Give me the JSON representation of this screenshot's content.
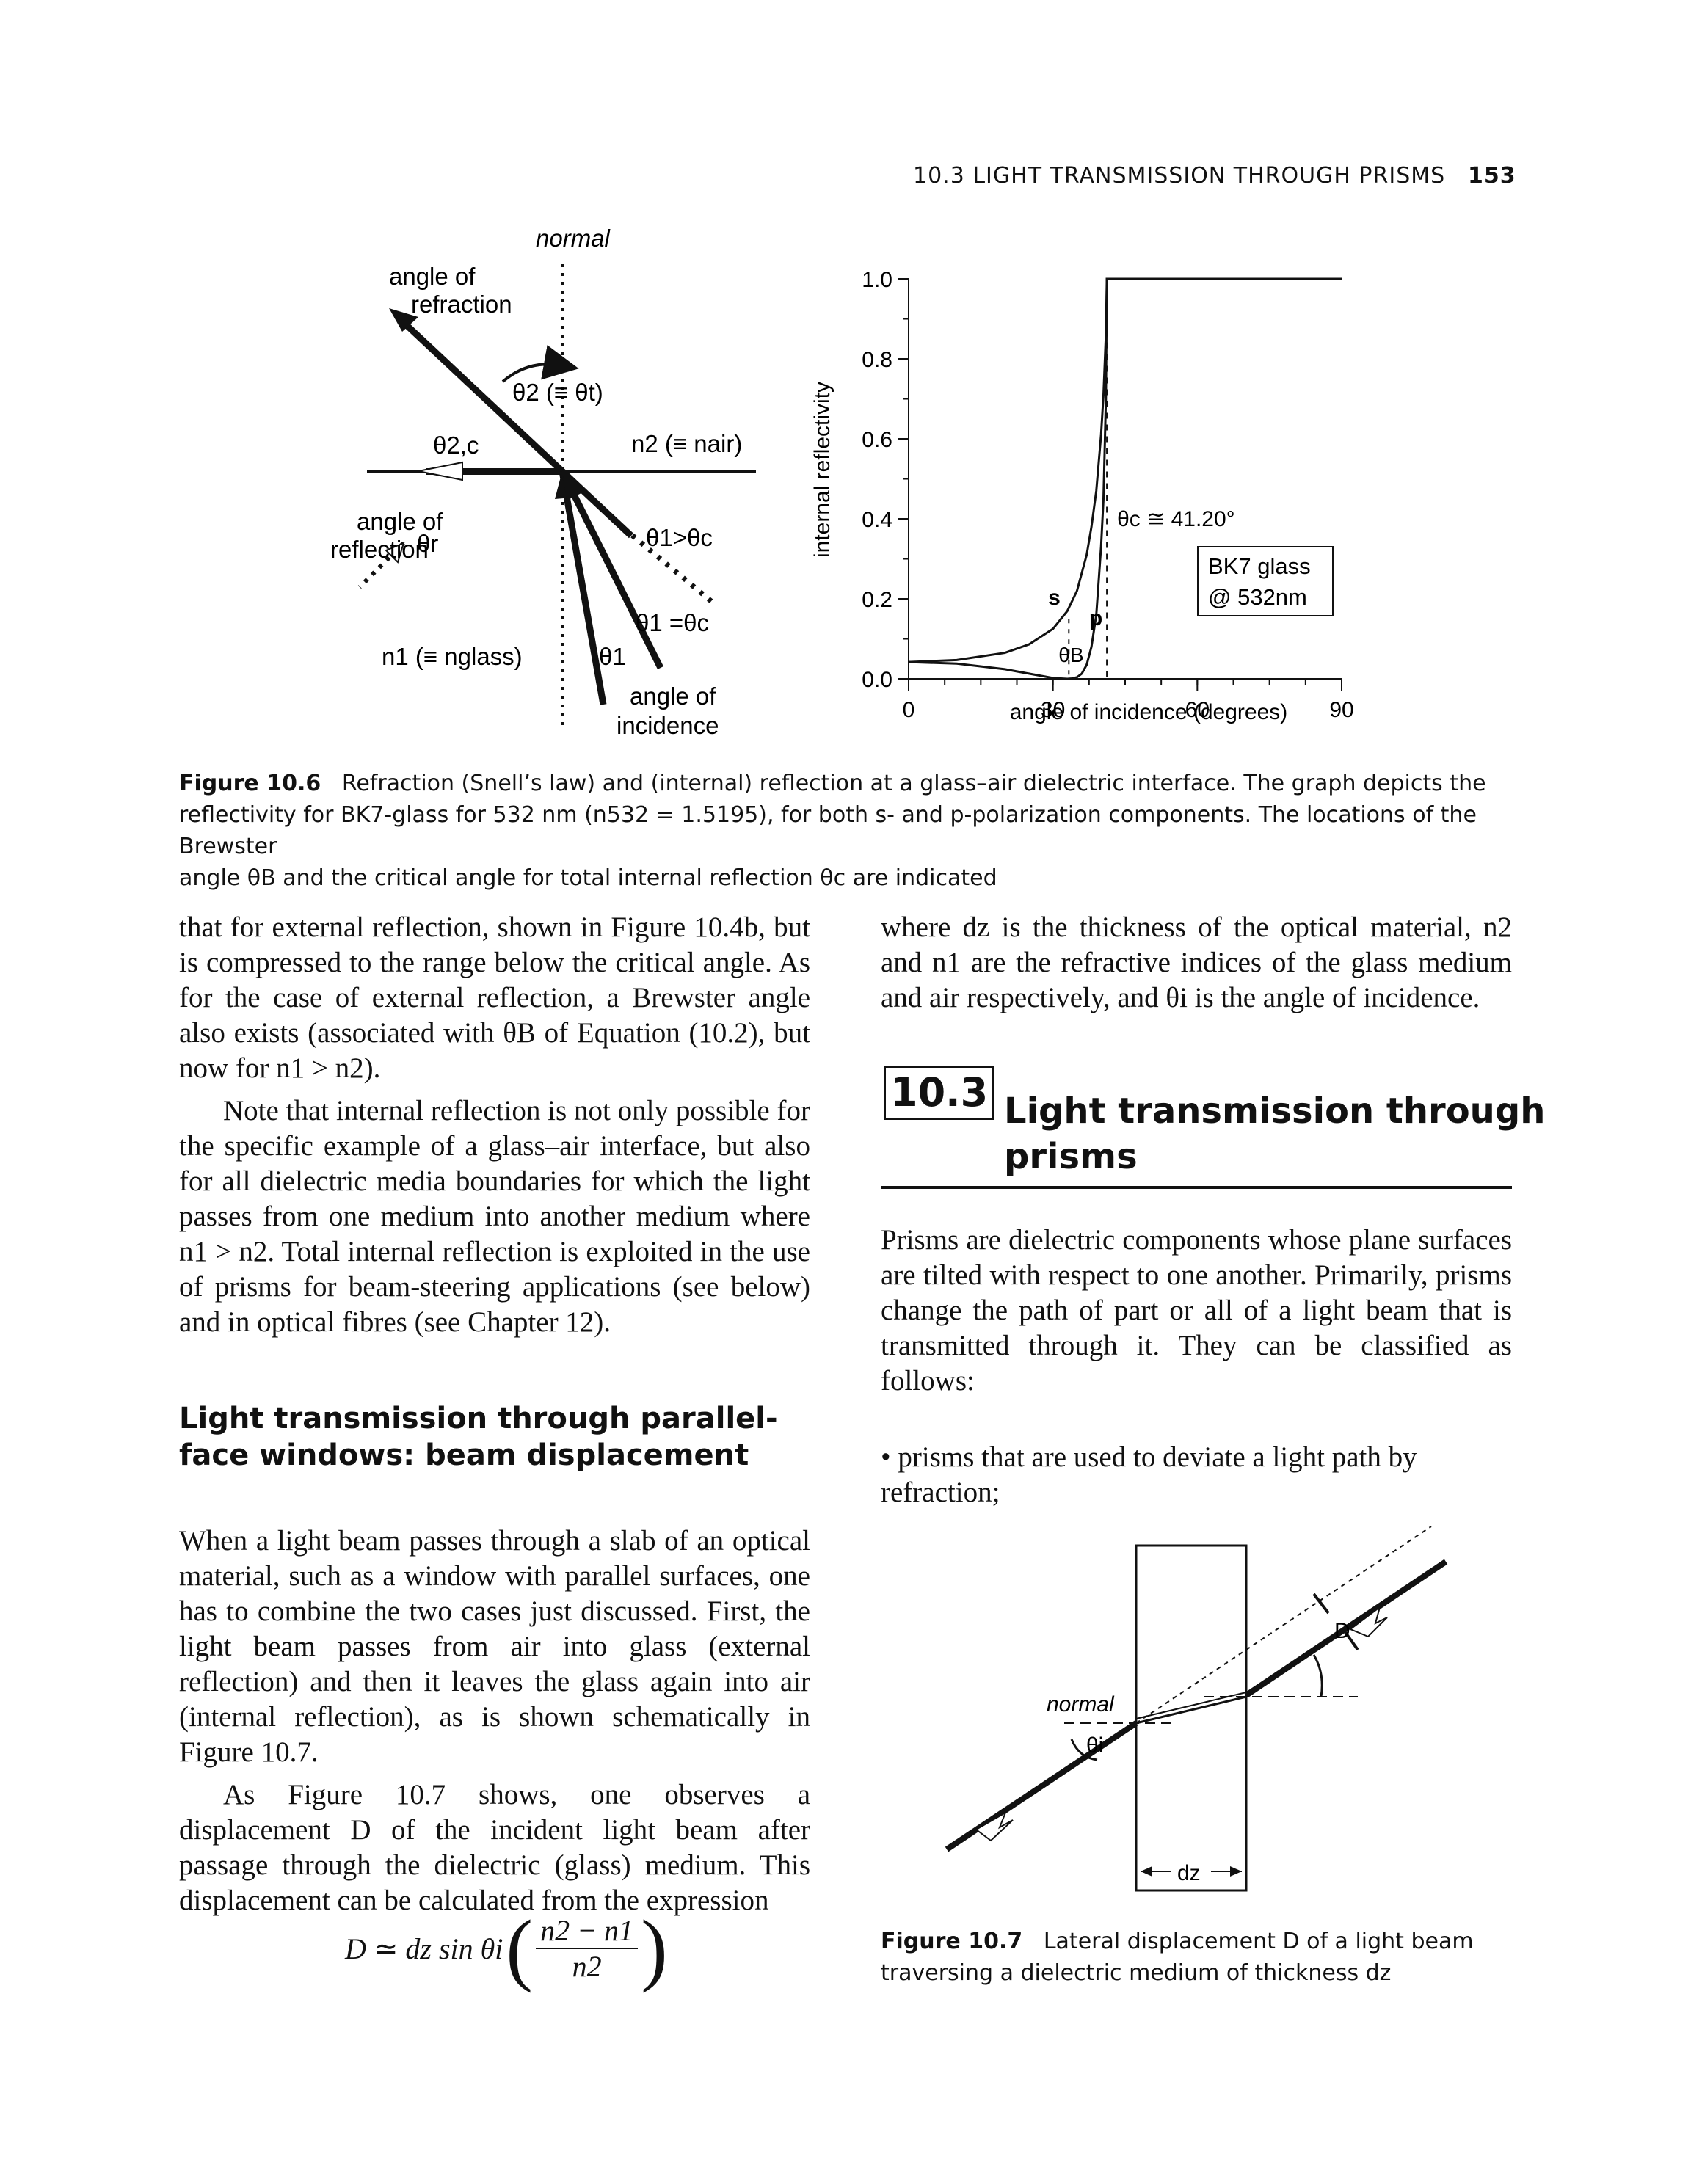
{
  "header": {
    "running_title": "10.3  LIGHT TRANSMISSION THROUGH PRISMS",
    "page_number": "153"
  },
  "figure_10_6": {
    "diagram": {
      "normal": "normal",
      "angle_of_refraction": [
        "angle of",
        "refraction"
      ],
      "theta2": "θ2 (≡ θt)",
      "theta2c": "θ2,c",
      "n2": "n2 (≡ nair)",
      "angle_of_reflection": [
        "angle of",
        "reflection"
      ],
      "theta_r": "θr",
      "theta1_gt": "θ1>θc",
      "theta1_eq": "θ1 =θc",
      "theta1": "θ1",
      "n1": "n1 (≡ nglass)",
      "angle_of_incidence": [
        "angle of",
        "incidence"
      ]
    },
    "label": "Figure 10.6",
    "caption_lines": [
      "Refraction (Snell’s law) and (internal) reflection at a glass–air dielectric interface. The graph depicts the",
      "reflectivity for BK7-glass for 532 nm (n532 = 1.5195), for both s- and p-polarization components. The locations of the Brewster",
      "angle θB and the critical angle for total internal reflection θc are indicated"
    ]
  },
  "chart_data": {
    "type": "line",
    "xlabel": "angle of incidence  (degrees)",
    "ylabel": "internal reflectivity",
    "xlim": [
      0,
      90
    ],
    "ylim": [
      0,
      1
    ],
    "x_ticks": [
      "0",
      "30",
      "60",
      "90"
    ],
    "y_ticks": [
      "0.0",
      "0.2",
      "0.4",
      "0.6",
      "0.8",
      "1.0"
    ],
    "series": [
      {
        "name": "s",
        "x": [
          0,
          10,
          20,
          25,
          30,
          33,
          35,
          37,
          38,
          39,
          40,
          40.5,
          41,
          41.2,
          90
        ],
        "y": [
          0.042,
          0.047,
          0.065,
          0.086,
          0.125,
          0.17,
          0.22,
          0.31,
          0.38,
          0.47,
          0.61,
          0.71,
          0.86,
          1.0,
          1.0
        ]
      },
      {
        "name": "p",
        "x": [
          0,
          10,
          20,
          25,
          30,
          33,
          34,
          35,
          36,
          37,
          38,
          39,
          40,
          40.5,
          41,
          41.2,
          90
        ],
        "y": [
          0.042,
          0.038,
          0.024,
          0.013,
          0.002,
          0.0,
          0.001,
          0.004,
          0.013,
          0.035,
          0.08,
          0.16,
          0.33,
          0.45,
          0.7,
          1.0,
          1.0
        ]
      }
    ],
    "annotations": [
      {
        "text": "θc ≅ 41.20°",
        "x": 41.2
      },
      {
        "text": "θB",
        "x": 33.3
      },
      {
        "text": "BK7 glass",
        "position": "right"
      },
      {
        "text": "@ 532nm",
        "position": "right"
      }
    ]
  },
  "left_column": {
    "paragraphs": [
      "that for external reflection, shown in Figure 10.4b, but is compressed to the range below the critical angle. As for the case of external reflection, a Brewster angle also exists (associated with θB of Equation (10.2), but now for n1 > n2).",
      "Note that internal reflection is not only possible for the specific example of a glass–air interface, but also for all dielectric media boundaries for which the light passes from one medium into another medium where n1 > n2. Total internal reflection is exploited in the use of prisms for beam-steering applications (see below) and in optical fibres (see Chapter 12)."
    ],
    "subheading": "Light transmission through parallel-face windows: beam displacement",
    "paragraphs2": [
      "When a light beam passes through a slab of an optical material, such as a window with parallel surfaces, one has to combine the two cases just discussed. First, the light beam passes from air into glass (external reflection) and then it leaves the glass again into air (internal reflection), as is shown schematically in Figure 10.7.",
      "As Figure 10.7 shows, one observes a displacement D of the incident light beam after passage through the dielectric (glass) medium. This displacement can be calculated from the expression"
    ],
    "equation": {
      "lhs": "D ≃ dz sin θi",
      "numerator": "n2 − n1",
      "denominator": "n2"
    }
  },
  "right_column": {
    "paragraph": "where dz is the thickness of the optical material, n2 and n1 are the refractive indices of the glass medium and air respectively, and θi is the angle of incidence.",
    "section_number": "10.3",
    "section_title": [
      "Light transmission through",
      "prisms"
    ],
    "paragraph2": "Prisms are dielectric components whose plane surfaces are tilted with respect to one another. Primarily, prisms change the path of part or all of a light beam that is transmitted through it. They can be classified as follows:",
    "bullet": "prisms that are used to deviate a light path by refraction;"
  },
  "figure_10_7": {
    "diagram": {
      "normal": "normal",
      "theta_i": "θi",
      "D": "D",
      "dz": "dz"
    },
    "label": "Figure 10.7",
    "caption_lines": [
      "Lateral displacement D of a light beam",
      "traversing a dielectric medium of thickness dz"
    ]
  }
}
